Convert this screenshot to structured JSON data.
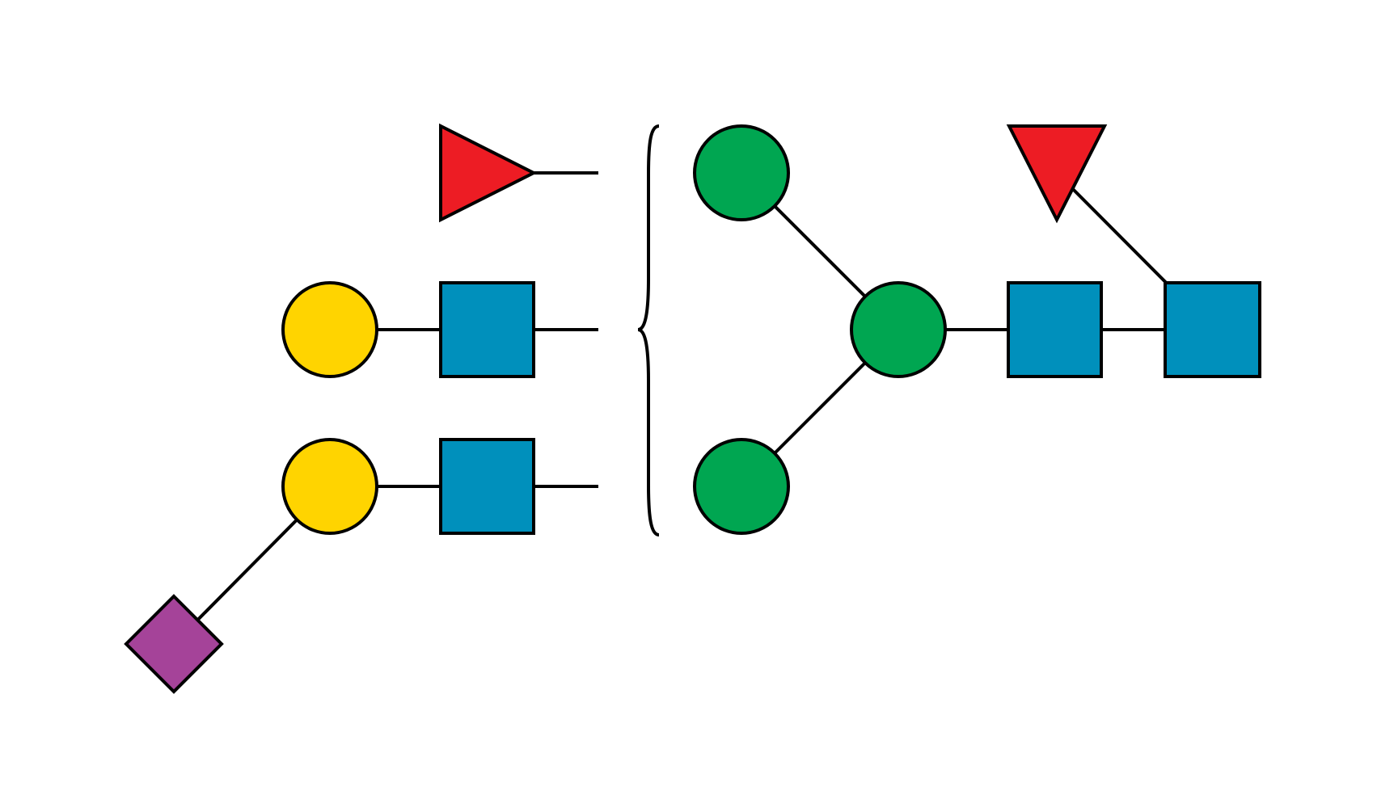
{
  "colors": {
    "background": "#ffffff",
    "outline": "#000000",
    "fucose": "#ed1c24",
    "galactose": "#ffd400",
    "glcnac": "#0090bc",
    "mannose": "#00a651",
    "sialic_acid": "#a54399"
  },
  "antennae": [
    {
      "id": "fucose-antenna",
      "residues": [
        "fucose-triangle-icon"
      ]
    },
    {
      "id": "galactose-glcnac-antenna",
      "residues": [
        "galactose-circle-icon",
        "glcnac-square-icon"
      ]
    },
    {
      "id": "sialylated-antenna",
      "residues": [
        "sialic-acid-diamond-icon",
        "galactose-circle-icon",
        "glcnac-square-icon"
      ]
    }
  ],
  "core": {
    "residues": [
      "mannose-circle-icon",
      "mannose-circle-icon",
      "mannose-circle-icon",
      "glcnac-square-icon",
      "glcnac-square-icon",
      "fucose-triangle-icon"
    ]
  }
}
